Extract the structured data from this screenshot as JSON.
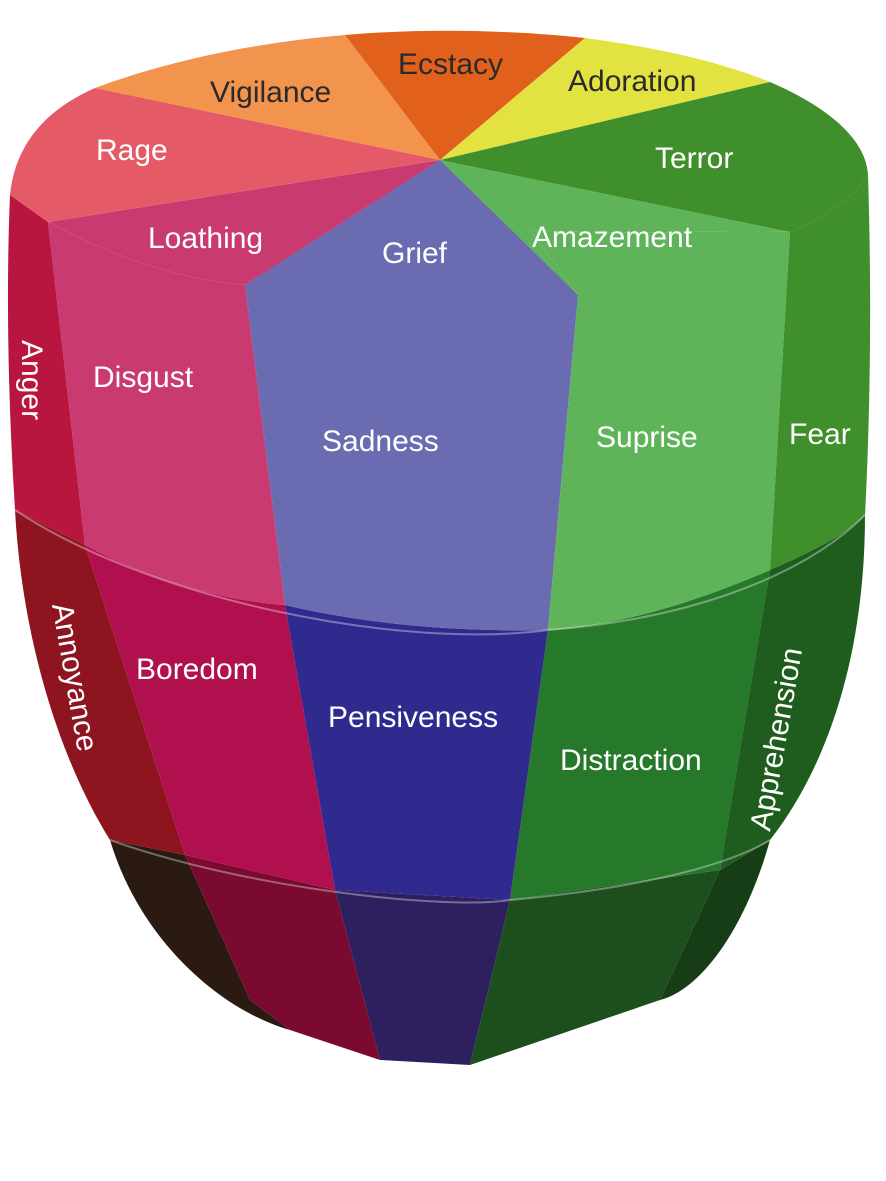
{
  "diagram": {
    "top_ring": {
      "vigilance": "Vigilance",
      "ecstacy": "Ecstacy",
      "adoration": "Adoration",
      "rage": "Rage",
      "terror": "Terror",
      "loathing": "Loathing",
      "grief": "Grief",
      "amazement": "Amazement"
    },
    "middle_ring": {
      "anger": "Anger",
      "disgust": "Disgust",
      "sadness": "Sadness",
      "suprise": "Suprise",
      "fear": "Fear"
    },
    "lower_ring": {
      "annoyance": "Annoyance",
      "boredom": "Boredom",
      "pensiveness": "Pensiveness",
      "distraction": "Distraction",
      "apprehension": "Apprehension"
    }
  },
  "colors": {
    "vigilance": "#f2934e",
    "ecstacy": "#e0601c",
    "adoration": "#e2e241",
    "terror": "#3f8f2c",
    "rage": "#e55a67",
    "loathing": "#c93b70",
    "grief": "#6a6bb0",
    "amazement": "#5fb45a",
    "anger": "#b8163f",
    "disgust": "#c93b70",
    "sadness": "#6a6bb0",
    "suprise": "#5fb45a",
    "fear": "#3f8f2c",
    "annoyance": "#8e1420",
    "boredom": "#b0104e",
    "pensiveness": "#312a8e",
    "distraction": "#26782b",
    "apprehension": "#1f5d1f",
    "bottom_left": "#2a1a12",
    "bottom_boredom": "#7a0a30",
    "bottom_pensiveness": "#2e1f5e",
    "bottom_distraction": "#1d4f1e",
    "bottom_right": "#173d16"
  }
}
